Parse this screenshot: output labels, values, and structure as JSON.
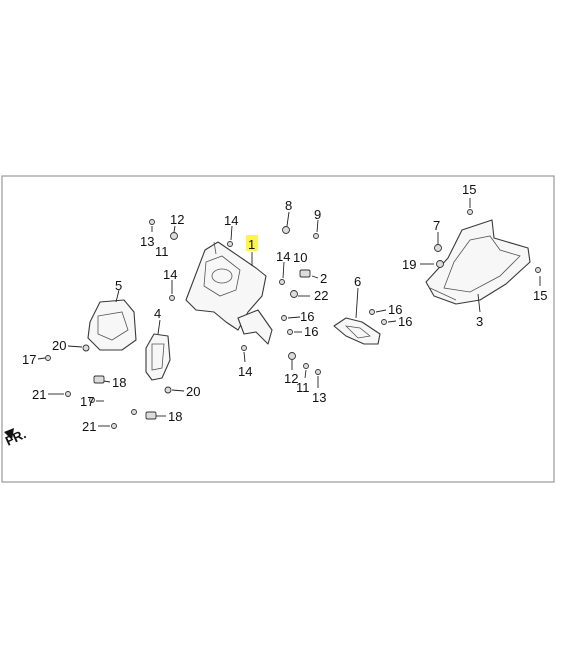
{
  "diagram": {
    "orientation_label": "FR.",
    "highlight_color": "#fff34d",
    "callouts": [
      "1",
      "2",
      "3",
      "4",
      "5",
      "6",
      "7",
      "8",
      "9",
      "10",
      "11",
      "12",
      "13",
      "14",
      "15",
      "16",
      "17",
      "18",
      "19",
      "20",
      "21",
      "22"
    ]
  }
}
